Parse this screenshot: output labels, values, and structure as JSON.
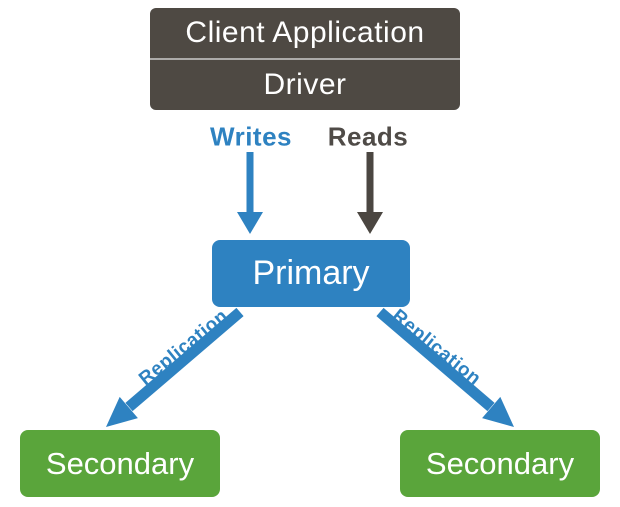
{
  "client_box": {
    "line1": "Client Application",
    "line2": "Driver"
  },
  "flow_labels": {
    "writes": "Writes",
    "reads": "Reads"
  },
  "nodes": {
    "primary": "Primary",
    "secondary_left": "Secondary",
    "secondary_right": "Secondary"
  },
  "replication_labels": {
    "left": "Replication",
    "right": "Replication"
  },
  "colors": {
    "dark_gray": "#4E4943",
    "divider_gray": "#ACABA9",
    "gray_arrow": "#4B4641",
    "gray_text": "#4F4B47",
    "blue": "#2E82C1",
    "green": "#5AA53B",
    "white": "#FFFFFF",
    "background": "#FFFFFF"
  }
}
